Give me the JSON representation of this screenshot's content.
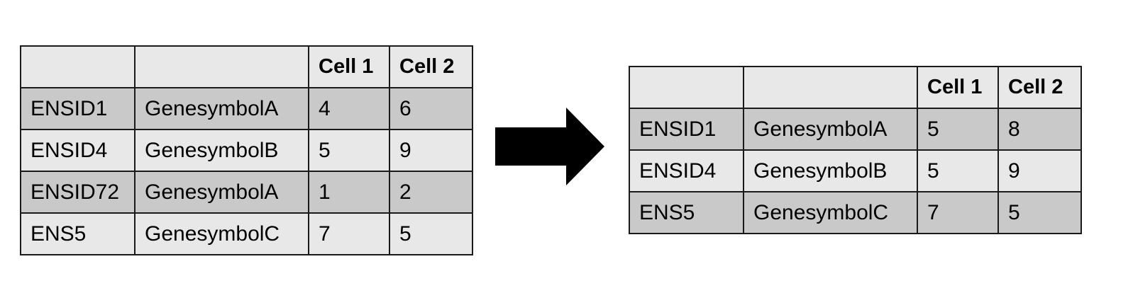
{
  "before_table": {
    "headers": [
      "",
      "",
      "Cell 1",
      "Cell 2"
    ],
    "rows": [
      [
        "ENSID1",
        "GenesymbolA",
        "4",
        "6"
      ],
      [
        "ENSID4",
        "GenesymbolB",
        "5",
        "9"
      ],
      [
        "ENSID72",
        "GenesymbolA",
        "1",
        "2"
      ],
      [
        "ENS5",
        "GenesymbolC",
        "7",
        "5"
      ]
    ]
  },
  "after_table": {
    "headers": [
      "",
      "",
      "Cell 1",
      "Cell 2"
    ],
    "rows": [
      [
        "ENSID1",
        "GenesymbolA",
        "5",
        "8"
      ],
      [
        "ENSID4",
        "GenesymbolB",
        "5",
        "9"
      ],
      [
        "ENS5",
        "GenesymbolC",
        "7",
        "5"
      ]
    ]
  },
  "arrow_icon": "right-arrow-icon",
  "colors": {
    "header_row": "#e8e8e8",
    "dark_row": "#c9c9c9",
    "light_row": "#e8e8e8",
    "border": "#1a1a1a",
    "arrow": "#000000"
  }
}
